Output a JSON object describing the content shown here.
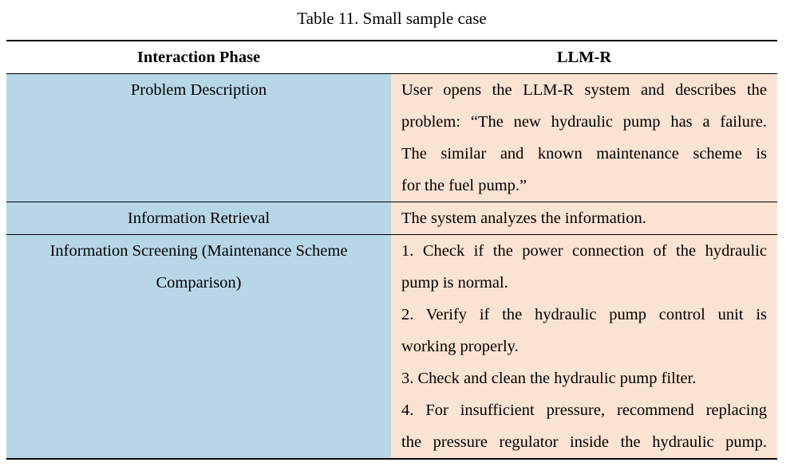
{
  "caption": "Table 11. Small sample case",
  "table": {
    "headers": [
      "Interaction Phase",
      "LLM-R"
    ],
    "rows": [
      {
        "phase": "Problem Description",
        "lines": [
          "User opens the LLM-R system and describes the",
          "problem: “The new hydraulic pump has a failure.",
          "The similar and known maintenance scheme is",
          "for the fuel pump.”"
        ]
      },
      {
        "phase": "Information Retrieval",
        "lines": [
          "The system analyzes the information."
        ]
      },
      {
        "phase": "Information Screening (Maintenance Scheme Comparison)",
        "lines": [
          "1. Check if the power connection of the hydraulic",
          "pump is normal.",
          "2. Verify if the hydraulic pump control unit is",
          "working properly.",
          "3. Check and clean the hydraulic pump filter.",
          "4. For insufficient pressure, recommend replacing",
          "the pressure regulator inside the hydraulic pump."
        ]
      }
    ]
  },
  "colors": {
    "phase_bg": "#b8d7e6",
    "desc_bg": "#fbe3d3",
    "rule": "#000000"
  }
}
